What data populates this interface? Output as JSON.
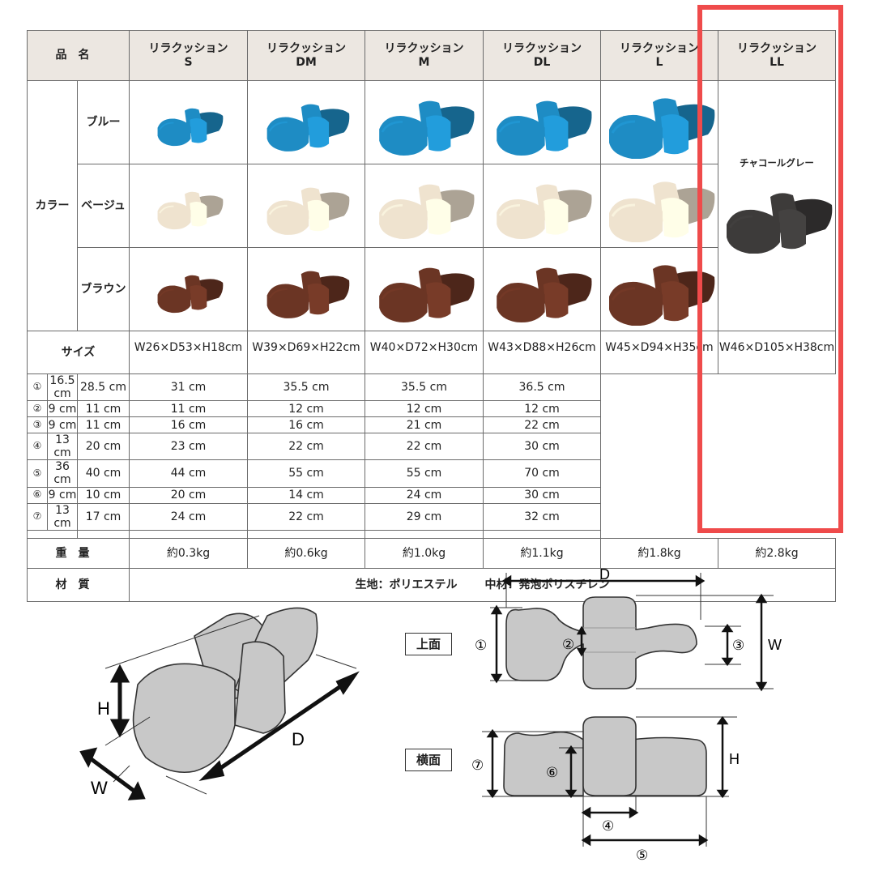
{
  "table": {
    "header_label": "品名",
    "products": [
      {
        "line1": "リラクッション",
        "line2": "S"
      },
      {
        "line1": "リラクッション",
        "line2": "DM"
      },
      {
        "line1": "リラクッション",
        "line2": "M"
      },
      {
        "line1": "リラクッション",
        "line2": "DL"
      },
      {
        "line1": "リラクッション",
        "line2": "L"
      },
      {
        "line1": "リラクッション",
        "line2": "LL"
      }
    ],
    "color_label": "カラー",
    "colors": [
      {
        "name": "ブルー",
        "hex": "#1e8cc4"
      },
      {
        "name": "ベージュ",
        "hex": "#efe3cf"
      },
      {
        "name": "ブラウン",
        "hex": "#6b3524"
      }
    ],
    "ll_color": {
      "name": "チャコールグレー",
      "hex": "#3d3b3a"
    },
    "size_label": "サイズ",
    "dimensions": [
      "W26×D53×H18cm",
      "W39×D69×H22cm",
      "W40×D72×H30cm",
      "W43×D88×H26cm",
      "W45×D94×H35cm",
      "W46×D105×H38cm"
    ],
    "measure_rows": [
      {
        "mark": "①",
        "values": [
          "16.5 cm",
          "28.5 cm",
          "31 cm",
          "35.5 cm",
          "35.5 cm",
          "36.5 cm"
        ]
      },
      {
        "mark": "②",
        "values": [
          "9 cm",
          "11 cm",
          "11 cm",
          "12 cm",
          "12 cm",
          "12 cm"
        ]
      },
      {
        "mark": "③",
        "values": [
          "9 cm",
          "11 cm",
          "16 cm",
          "16 cm",
          "21 cm",
          "22 cm"
        ]
      },
      {
        "mark": "④",
        "values": [
          "13 cm",
          "20 cm",
          "23 cm",
          "22 cm",
          "22 cm",
          "30 cm"
        ]
      },
      {
        "mark": "⑤",
        "values": [
          "36 cm",
          "40 cm",
          "44 cm",
          "55 cm",
          "55 cm",
          "70 cm"
        ]
      },
      {
        "mark": "⑥",
        "values": [
          "9 cm",
          "10 cm",
          "20 cm",
          "14 cm",
          "24 cm",
          "30 cm"
        ]
      },
      {
        "mark": "⑦",
        "values": [
          "13 cm",
          "17 cm",
          "24 cm",
          "22 cm",
          "29 cm",
          "32 cm"
        ]
      }
    ],
    "weight_label": "重量",
    "weights": [
      "約0.3kg",
      "約0.6kg",
      "約1.0kg",
      "約1.1kg",
      "約1.8kg",
      "約2.8kg"
    ],
    "material_label": "材質",
    "material_fabric": "生地：ポリエステル",
    "material_filling": "中材：発泡ポリスチレン"
  },
  "diagram": {
    "left_labels": {
      "h": "H",
      "d": "D",
      "w": "W"
    },
    "top_view_label": "上面",
    "side_view_label": "横面",
    "top_letters": {
      "d": "D",
      "w": "W"
    },
    "side_letters": {
      "h": "H"
    },
    "marks": [
      "①",
      "②",
      "③",
      "④",
      "⑤",
      "⑥",
      "⑦"
    ]
  },
  "highlight_color": "#ef4b4b"
}
